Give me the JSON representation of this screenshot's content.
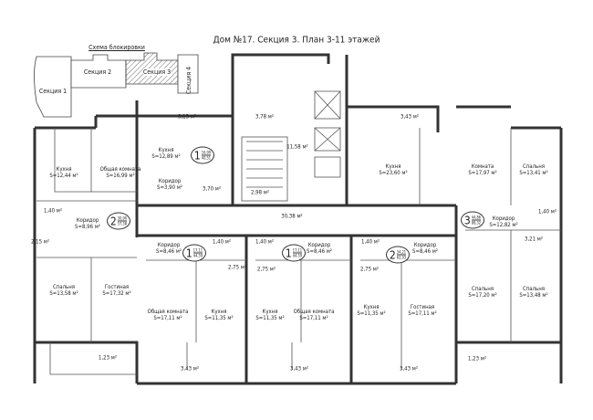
{
  "title": "Дом №17. Секция 3. План 3-11 этажей",
  "scheme": {
    "title": "Схема блокировки",
    "sections": [
      "Секция 1",
      "Секция 2",
      "Секция 3",
      "Секция 4"
    ],
    "highlighted": "Секция 3"
  },
  "common": {
    "balcony_top_left": "3,13 м²",
    "vestibule": "3,78 м²",
    "lift_hall": "11,58 м²",
    "stair_landing": "2,98 м²",
    "balcony_top_right": "3,43 м²",
    "corridor": "30,38 м²"
  },
  "apartments": [
    {
      "id": "apt-1-top",
      "rooms": "1",
      "living": "16,99",
      "total": "40,51",
      "spaces": [
        {
          "name": "Кухня",
          "area": "S=12,89 м²"
        },
        {
          "name": "Коридор",
          "area": "S=3,90 м²"
        },
        {
          "name": "",
          "area": "3,70 м²"
        }
      ]
    },
    {
      "id": "apt-2-left",
      "rooms": "2",
      "living": "30,90",
      "total": "57,58",
      "spaces": [
        {
          "name": "Кухня",
          "area": "S=12,44 м²"
        },
        {
          "name": "Общая комната",
          "area": "S=16,99 м²"
        },
        {
          "name": "Коридор",
          "area": "S=8,96 м²"
        },
        {
          "name": "",
          "area": "1,40 м²"
        },
        {
          "name": "",
          "area": "2,15 м²"
        },
        {
          "name": "Спальня",
          "area": "S=13,58 м²"
        },
        {
          "name": "Гостиная",
          "area": "S=17,32 м²"
        },
        {
          "name": "",
          "area": "1,23 м²"
        }
      ]
    },
    {
      "id": "apt-1-mid-left",
      "rooms": "1",
      "living": "17,11",
      "total": "44,59",
      "spaces": [
        {
          "name": "Коридор",
          "area": "S=8,46 м²"
        },
        {
          "name": "",
          "area": "1,40 м²"
        },
        {
          "name": "",
          "area": "2,75 м²"
        },
        {
          "name": "Общая комната",
          "area": "S=17,11 м²"
        },
        {
          "name": "Кухня",
          "area": "S=11,35 м²"
        },
        {
          "name": "",
          "area": "3,43 м²"
        }
      ]
    },
    {
      "id": "apt-1-mid-right",
      "rooms": "1",
      "living": "17,11",
      "total": "44,59",
      "spaces": [
        {
          "name": "Коридор",
          "area": "S=8,46 м²"
        },
        {
          "name": "",
          "area": "1,40 м²"
        },
        {
          "name": "",
          "area": "2,75 м²"
        },
        {
          "name": "Кухня",
          "area": "S=11,35 м²"
        },
        {
          "name": "Общая комната",
          "area": "S=17,11 м²"
        },
        {
          "name": "",
          "area": "3,43 м²"
        }
      ]
    },
    {
      "id": "apt-2-right",
      "rooms": "2",
      "living": "34,21",
      "total": "62,93",
      "spaces": [
        {
          "name": "Коридор",
          "area": "S=8,46 м²"
        },
        {
          "name": "",
          "area": "1,40 м²"
        },
        {
          "name": "",
          "area": "2,75 м²"
        },
        {
          "name": "Кухня",
          "area": "S=11,35 м²"
        },
        {
          "name": "Гостиная",
          "area": "S=17,11 м²"
        },
        {
          "name": "",
          "area": "3,43 м²"
        }
      ]
    },
    {
      "id": "apt-3",
      "rooms": "3",
      "living": "44,86",
      "total": "88,32",
      "spaces": [
        {
          "name": "Кухня",
          "area": "S=23,60 м²"
        },
        {
          "name": "Комната",
          "area": "S=17,97 м²"
        },
        {
          "name": "Спальня",
          "area": "S=13,41 м²"
        },
        {
          "name": "Коридор",
          "area": "S=12,82 м²"
        },
        {
          "name": "",
          "area": "1,40 м²"
        },
        {
          "name": "",
          "area": "3,21 м²"
        },
        {
          "name": "Спальня",
          "area": "S=17,20 м²"
        },
        {
          "name": "Спальня",
          "area": "S=13,48 м²"
        },
        {
          "name": "",
          "area": "1,23 м²"
        }
      ]
    }
  ]
}
